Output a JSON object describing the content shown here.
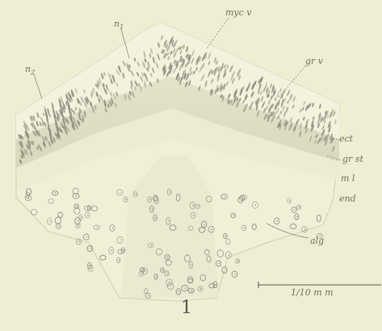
{
  "figure_number": "1",
  "labels": {
    "myc_v": "myc v",
    "n1": "n",
    "n1_sub": "1",
    "n2": "n",
    "n2_sub": "2",
    "gr_v": "gr v",
    "ect": "ect",
    "gr_st": "gr st",
    "m_l": "m l",
    "end": "end",
    "alg": "alg"
  },
  "scale_bar": {
    "label_num": "1/",
    "label_den": "10",
    "label_unit": "m m"
  },
  "colors": {
    "background": "#efedd3",
    "tissue_light": "#f2f1dc",
    "tissue_band": "#e0dfc6",
    "cells": "#8a8a7a",
    "ink": "#5f5f55"
  }
}
